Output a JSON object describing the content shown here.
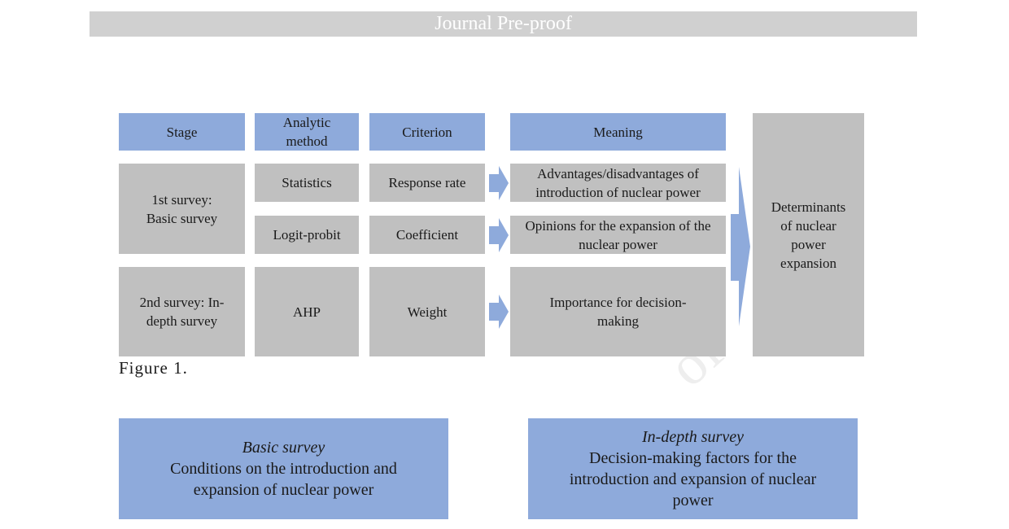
{
  "banner": "Journal Pre-proof",
  "headers": {
    "stage": "Stage",
    "analytic": "Analytic method",
    "criterion": "Criterion",
    "meaning": "Meaning"
  },
  "stages": {
    "first": "1st survey: Basic survey",
    "second": "2nd survey: In-depth survey"
  },
  "rows": [
    {
      "method": "Statistics",
      "criterion": "Response rate",
      "meaning": "Advantages/disadvantages of introduction of nuclear power"
    },
    {
      "method": "Logit-probit",
      "criterion": "Coefficient",
      "meaning": "Opinions for the expansion of the nuclear power"
    },
    {
      "method": "AHP",
      "criterion": "Weight",
      "meaning": "Importance for decision-making"
    }
  ],
  "outcome": "Determinants of nuclear power expansion",
  "figure_label": "Figure 1.",
  "bottom": {
    "basic": {
      "title": "Basic survey",
      "text": "Conditions on the introduction and expansion of nuclear power"
    },
    "indepth": {
      "title": "In-depth survey",
      "text": "Decision-making factors for the introduction and expansion of nuclear power"
    }
  },
  "watermark": "of",
  "colors": {
    "header_blue": "#8eaadb",
    "cell_grey": "#c0c0c0",
    "arrow_blue": "#8eaadb"
  }
}
